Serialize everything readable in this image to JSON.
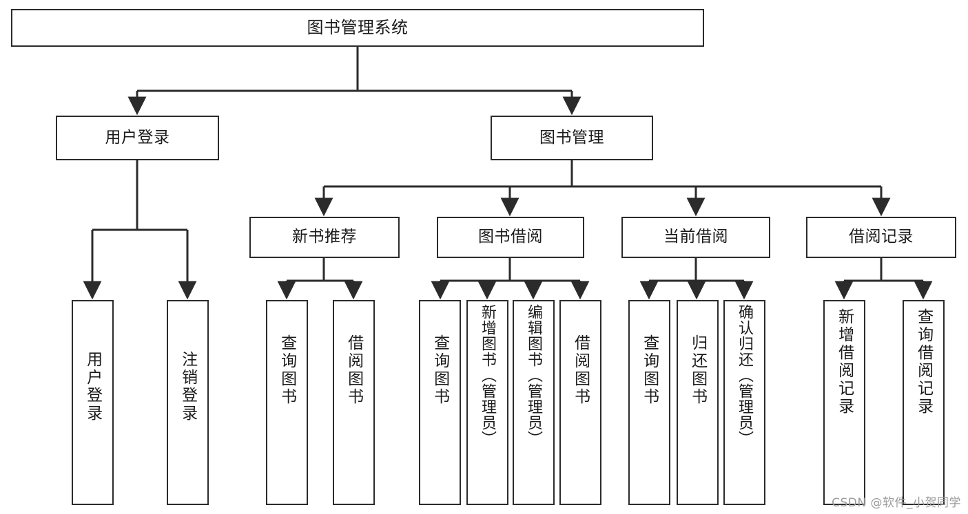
{
  "diagram": {
    "title": "图书管理系统",
    "type": "tree-hierarchy-chart",
    "root": {
      "label": "图书管理系统"
    },
    "level2": [
      {
        "label": "用户登录"
      },
      {
        "label": "图书管理"
      }
    ],
    "level3": [
      {
        "label": "新书推荐"
      },
      {
        "label": "图书借阅"
      },
      {
        "label": "当前借阅"
      },
      {
        "label": "借阅记录"
      }
    ],
    "leaves": {
      "user_login": [
        {
          "label": "用户登录"
        },
        {
          "label": "注销登录"
        }
      ],
      "new_book_recommend": [
        {
          "label": "查询图书"
        },
        {
          "label": "借阅图书"
        }
      ],
      "book_borrow": [
        {
          "label": "查询图书"
        },
        {
          "label": "新增图书（管理员）"
        },
        {
          "label": "编辑图书（管理员）"
        },
        {
          "label": "借阅图书"
        }
      ],
      "current_borrow": [
        {
          "label": "查询图书"
        },
        {
          "label": "归还图书"
        },
        {
          "label": "确认归还（管理员）"
        }
      ],
      "borrow_record": [
        {
          "label": "新增借阅记录"
        },
        {
          "label": "查询借阅记录"
        }
      ]
    }
  },
  "watermark": {
    "text": "CSDN @软件_小贺同学"
  },
  "colors": {
    "stroke": "#2b2b2b",
    "fill": "#ffffff",
    "text": "#1b1b1b",
    "watermark": "#9b9b9b"
  }
}
